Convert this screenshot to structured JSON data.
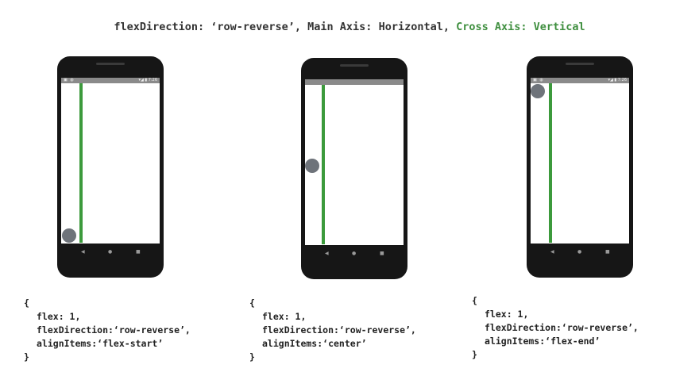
{
  "title": {
    "part1": "flexDirection: ‘row-reverse’, Main Axis: Horizontal, ",
    "part2": "Cross Axis: Vertical",
    "accent_color": "#3f8f3f"
  },
  "phones": [
    {
      "status_left": "▣ ◍",
      "status_right": "▾◢ ▮ 7:26",
      "nav": {
        "back": "◀",
        "home": "●",
        "recent": "■"
      },
      "align_items": "flex-start"
    },
    {
      "status_left": "",
      "status_right": "",
      "nav": {
        "back": "◀",
        "home": "●",
        "recent": "■"
      },
      "align_items": "center"
    },
    {
      "status_left": "▣ ◍",
      "status_right": "▾◢ ▮ 7:26",
      "nav": {
        "back": "◀",
        "home": "●",
        "recent": "■"
      },
      "align_items": "flex-end"
    }
  ],
  "code_blocks": [
    {
      "open": "{",
      "flex": "flex: 1,",
      "flexDirection": "flexDirection:‘row-reverse’,",
      "alignItems": "alignItems:‘flex-start’",
      "close": "}"
    },
    {
      "open": "{",
      "flex": "flex: 1,",
      "flexDirection": "flexDirection:‘row-reverse’,",
      "alignItems": "alignItems:‘center’",
      "close": "}"
    },
    {
      "open": "{",
      "flex": "flex: 1,",
      "flexDirection": "flexDirection:‘row-reverse’,",
      "alignItems": "alignItems:‘flex-end’",
      "close": "}"
    }
  ],
  "colors": {
    "main_axis_line": "#3c9a3c",
    "item_circle": "#6e737a",
    "phone_body": "#161616"
  }
}
